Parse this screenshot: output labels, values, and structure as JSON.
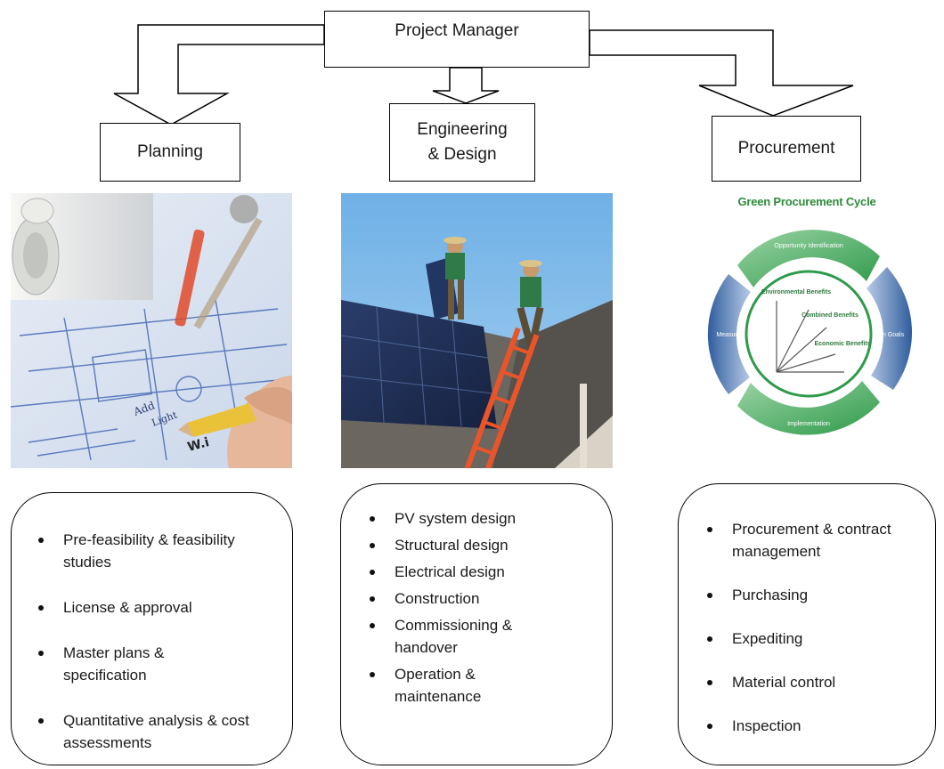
{
  "top": {
    "label": "Project Manager"
  },
  "branches": [
    {
      "label": "Planning"
    },
    {
      "label": "Engineering & Design"
    },
    {
      "label": "Procurement"
    }
  ],
  "procurement_cycle": {
    "title": "Green Procurement Cycle",
    "stages": [
      "Opportunity Identification",
      "Plan Goals",
      "Implementation",
      "Measure"
    ],
    "center": [
      "Environmental Benefits",
      "Combined Benefits",
      "Economic Benefits"
    ]
  },
  "lists": {
    "planning": [
      "Pre-feasibility & feasibility studies",
      "License & approval",
      "Master plans & specification",
      "Quantitative analysis & cost assessments"
    ],
    "engineering": [
      "PV system design",
      "Structural design",
      "Electrical design",
      "Construction",
      "Commissioning & handover",
      "Operation & maintenance"
    ],
    "procurement": [
      "Procurement & contract management",
      "Purchasing",
      "Expediting",
      "Material control",
      "Inspection"
    ]
  },
  "colors": {
    "cycle_green": "#2e9a4a",
    "cycle_blue": "#2f5d9e",
    "ladder_orange": "#e8552a",
    "sky": "#8fc3ea"
  }
}
